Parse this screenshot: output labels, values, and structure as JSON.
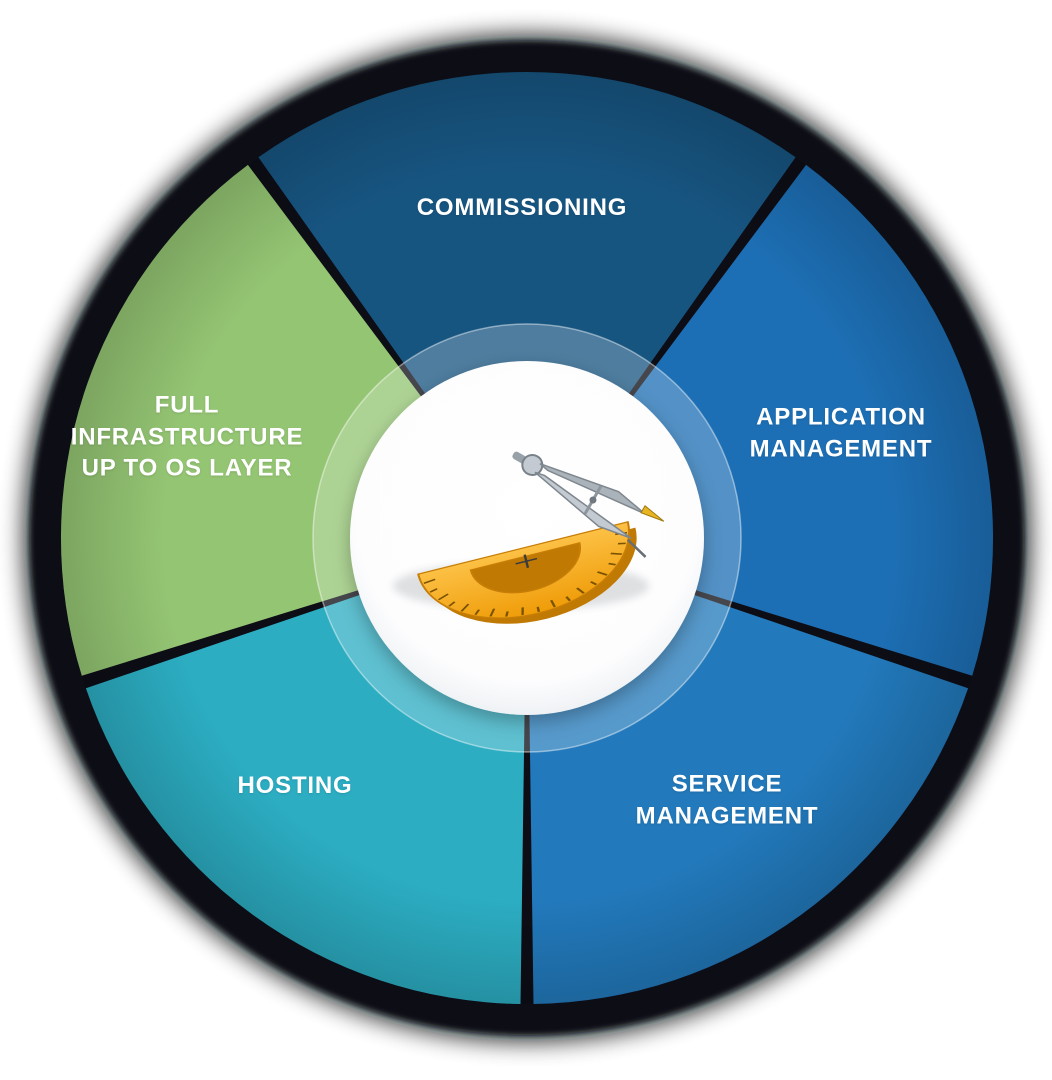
{
  "diagram": {
    "type": "circular-service-wheel",
    "center_icon": "protractor-and-compass",
    "colors": {
      "outer_ring": "#0b1018",
      "glass_ring": "rgba(255,255,255,0.24)",
      "center_disc": "#ffffff",
      "protractor": "#f2a20c",
      "compass": "#b9c0c7"
    },
    "segments": [
      {
        "id": "commissioning",
        "color": "#175581",
        "label": "COMMISSIONING",
        "lines": [
          "COMMISSIONING"
        ]
      },
      {
        "id": "application-management",
        "color": "#1d6fb5",
        "label": "APPLICATION MANAGEMENT",
        "lines": [
          "APPLICATION",
          "MANAGEMENT"
        ]
      },
      {
        "id": "service-management",
        "color": "#2279bb",
        "label": "SERVICE MANAGEMENT",
        "lines": [
          "SERVICE",
          "MANAGEMENT"
        ]
      },
      {
        "id": "hosting",
        "color": "#2cadc2",
        "label": "HOSTING",
        "lines": [
          "HOSTING"
        ]
      },
      {
        "id": "full-infrastructure",
        "color": "#94c573",
        "label": "FULL INFRASTRUCTURE UP TO OS LAYER",
        "lines": [
          "FULL",
          "INFRASTRUCTURE",
          "UP TO OS LAYER"
        ]
      }
    ]
  }
}
